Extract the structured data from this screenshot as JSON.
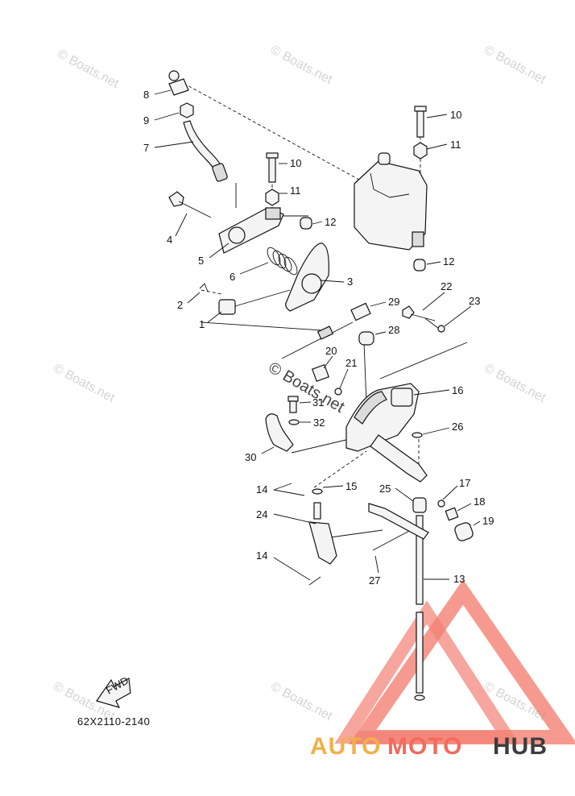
{
  "diagram": {
    "part_code": "62X2110-2140",
    "fwd_label": "FWD",
    "labels": {
      "p1": "1",
      "p2": "2",
      "p3": "3",
      "p4": "4",
      "p5": "5",
      "p6": "6",
      "p7": "7",
      "p8": "8",
      "p9": "9",
      "p10a": "10",
      "p10b": "10",
      "p11a": "11",
      "p11b": "11",
      "p12a": "12",
      "p12b": "12",
      "p13": "13",
      "p14a": "14",
      "p14b": "14",
      "p15": "15",
      "p16": "16",
      "p17": "17",
      "p18": "18",
      "p19": "19",
      "p20": "20",
      "p21": "21",
      "p22": "22",
      "p23": "23",
      "p24": "24",
      "p25": "25",
      "p26": "26",
      "p27": "27",
      "p28": "28",
      "p29": "29",
      "p30": "30",
      "p31": "31",
      "p32": "32"
    }
  },
  "watermark": {
    "text": "© Boats.net"
  },
  "brand": {
    "auto": "AUTO",
    "moto": "MOTO",
    "hub": "HUB",
    "colors": {
      "auto": "#f0b04a",
      "moto": "#f26b5b",
      "hub": "#3d3d3d",
      "logo": "#f26b5b"
    }
  }
}
